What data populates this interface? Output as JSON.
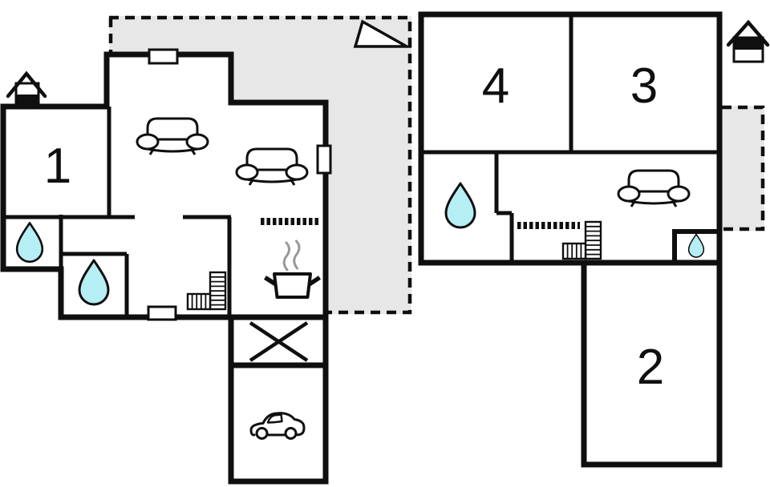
{
  "diagram": {
    "type": "floor-plan",
    "floors": [
      {
        "name": "ground-floor",
        "level_indicator": "house-with-lower-half-filled",
        "rooms": [
          {
            "label": "1"
          }
        ],
        "feature_icons": [
          "terrace-dashed-area",
          "north-arrow",
          "sofa",
          "sofa",
          "water-drop",
          "water-drop",
          "stairs-l-shaped",
          "stove-with-steam",
          "cross-marked-room",
          "car-garage",
          "window-symbol",
          "window-symbol",
          "door-symbol"
        ]
      },
      {
        "name": "upper-floor",
        "level_indicator": "house-with-upper-half-filled",
        "rooms": [
          {
            "label": "4"
          },
          {
            "label": "3"
          },
          {
            "label": "2"
          }
        ],
        "feature_icons": [
          "water-drop",
          "small-water-drop",
          "sofa",
          "stairs-l-shaped",
          "terrace-dashed-area"
        ]
      }
    ],
    "colors": {
      "wall": "#0f0f0f",
      "terrace_fill": "#e7e7e7",
      "water_drop_fill": "#b6eef5",
      "steam": "#999999",
      "background": "#ffffff"
    }
  }
}
